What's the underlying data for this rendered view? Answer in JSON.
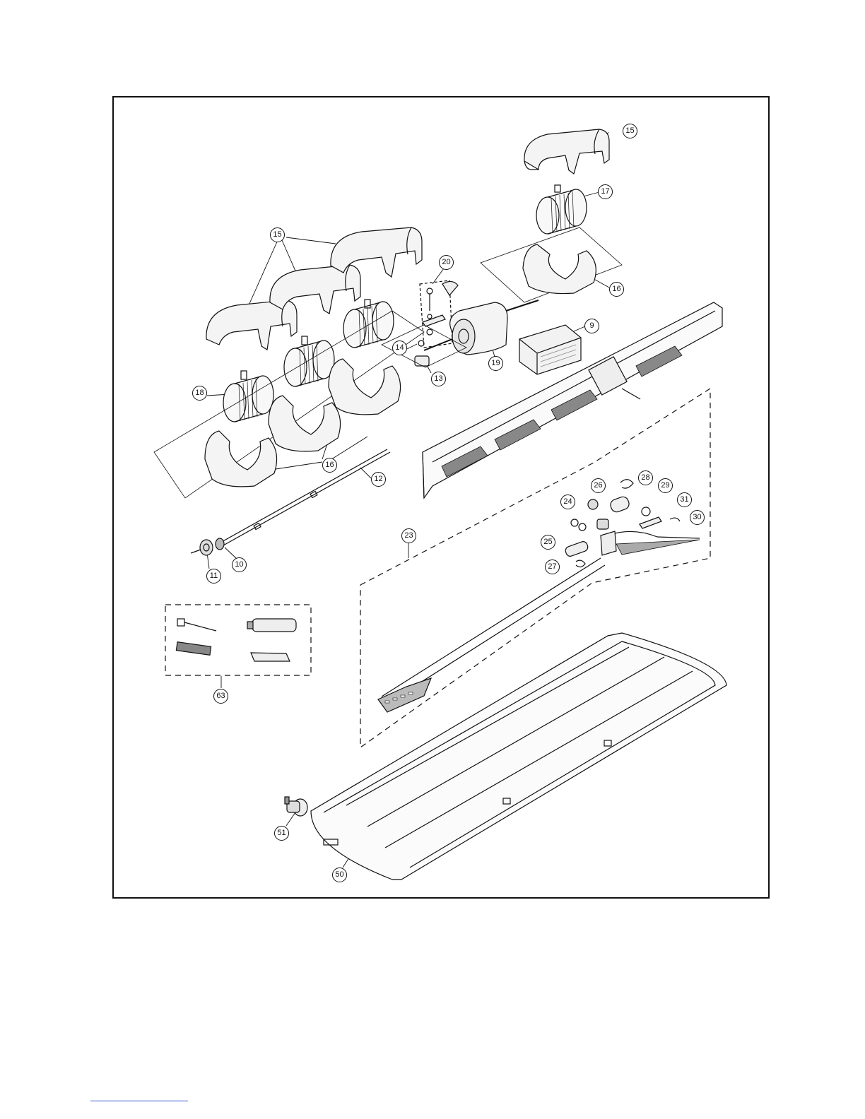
{
  "diagram": {
    "callouts": {
      "c15a": "15",
      "c15b": "15",
      "c17": "17",
      "c16a": "16",
      "c16b": "16",
      "c20": "20",
      "c9": "9",
      "c14": "14",
      "c13": "13",
      "c19": "19",
      "c18": "18",
      "c12": "12",
      "c26": "26",
      "c28": "28",
      "c29": "29",
      "c31": "31",
      "c24": "24",
      "c30": "30",
      "c23": "23",
      "c25": "25",
      "c27": "27",
      "c11": "11",
      "c10": "10",
      "c63": "63",
      "c51": "51",
      "c50": "50"
    }
  },
  "colors": {
    "line": "#111111",
    "shade": "#9a9a9a",
    "link": "#3355cc"
  }
}
